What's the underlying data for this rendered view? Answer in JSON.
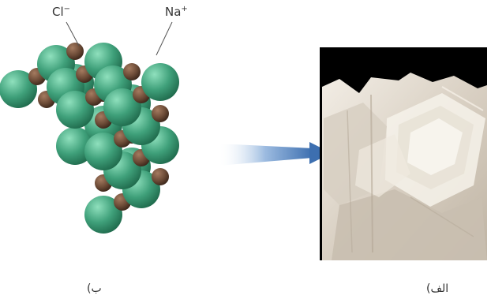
{
  "labels": {
    "chloride_base": "Cl",
    "chloride_sup": "−",
    "sodium_base": "Na",
    "sodium_sup": "+",
    "caption_left": "ب)",
    "caption_right": "الف)"
  },
  "colors": {
    "chloride": "#3fa07a",
    "sodium": "#6b4a36",
    "arrow": "#3d6fb0",
    "photo_background": "#000000",
    "crystal": "#e4ddd2"
  },
  "icons": {
    "chloride_ion": "green-sphere",
    "sodium_ion": "brown-sphere",
    "pointer": "arrow-right"
  }
}
